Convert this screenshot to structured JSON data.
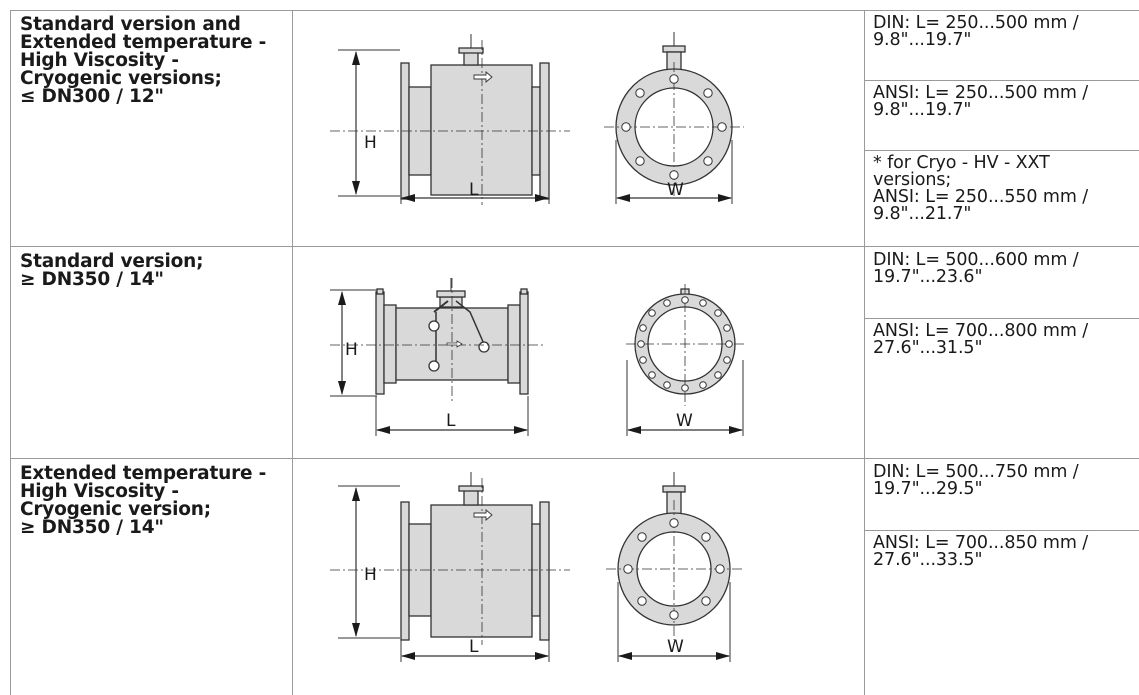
{
  "rows": [
    {
      "title_lines": [
        "Standard version and",
        "Extended temperature -",
        "High Viscosity -",
        "Cryogenic versions;",
        "≤ DN300 / 12\""
      ],
      "dimensions": [
        {
          "lines": [
            "DIN: L= 250...500 mm /",
            "9.8\"...19.7\""
          ]
        },
        {
          "lines": [
            "ANSI: L= 250...500 mm /",
            "9.8\"...19.7\""
          ]
        },
        {
          "lines": [
            "* for Cryo - HV - XXT",
            "versions;",
            "ANSI: L= 250...550 mm /",
            "9.8\"...21.7\""
          ]
        }
      ]
    },
    {
      "title_lines": [
        "Standard version;",
        "≥ DN350 / 14\""
      ],
      "dimensions": [
        {
          "lines": [
            "DIN: L= 500...600 mm /",
            "19.7\"...23.6\""
          ]
        },
        {
          "lines": [
            "ANSI: L= 700...800 mm /",
            "27.6\"...31.5\""
          ]
        }
      ]
    },
    {
      "title_lines": [
        "Extended temperature -",
        "High Viscosity -",
        "Cryogenic version;",
        "≥ DN350 / 14\""
      ],
      "dimensions": [
        {
          "lines": [
            "DIN: L= 500...750 mm /",
            "19.7\"...29.5\""
          ]
        },
        {
          "lines": [
            "ANSI: L= 700...850 mm /",
            "27.6\"...33.5\""
          ]
        }
      ]
    }
  ],
  "drawing_labels": {
    "height": "H",
    "length": "L",
    "width": "W"
  }
}
